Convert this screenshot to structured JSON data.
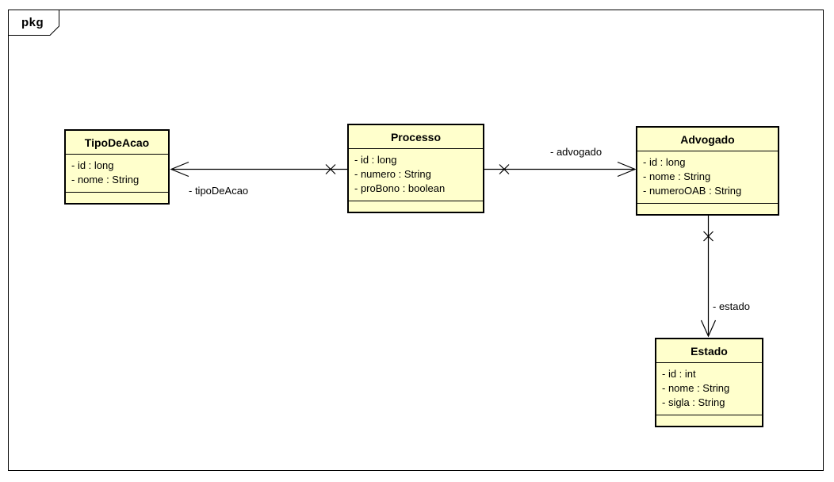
{
  "frame": {
    "label": "pkg"
  },
  "colors": {
    "class_fill": "#FFFFCC",
    "line": "#000000",
    "background": "#FFFFFF"
  },
  "classes": [
    {
      "name": "TipoDeAcao",
      "attributes": [
        "- id : long",
        "- nome : String"
      ]
    },
    {
      "name": "Processo",
      "attributes": [
        "- id : long",
        "- numero : String",
        "- proBono : boolean"
      ]
    },
    {
      "name": "Advogado",
      "attributes": [
        "- id : long",
        "- nome : String",
        "- numeroOAB : String"
      ]
    },
    {
      "name": "Estado",
      "attributes": [
        "- id : int",
        "- nome : String",
        "- sigla : String"
      ]
    }
  ],
  "associations": [
    {
      "label": "- tipoDeAcao",
      "from": "Processo",
      "to": "TipoDeAcao",
      "source_marker": "x",
      "target_marker": "open-arrow"
    },
    {
      "label": "- advogado",
      "from": "Processo",
      "to": "Advogado",
      "source_marker": "x",
      "target_marker": "open-arrow"
    },
    {
      "label": "- estado",
      "from": "Advogado",
      "to": "Estado",
      "source_marker": "x",
      "target_marker": "open-arrow"
    }
  ]
}
